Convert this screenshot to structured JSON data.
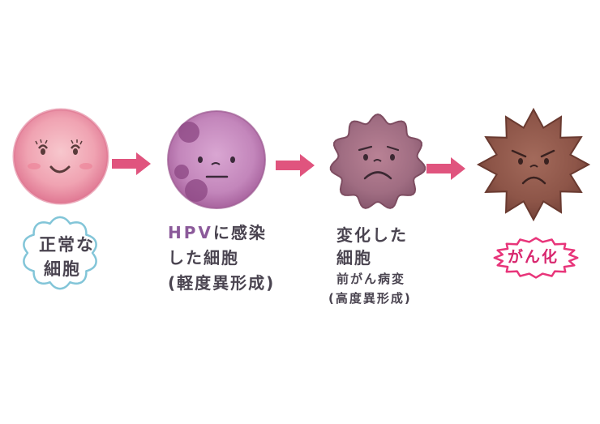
{
  "stages": [
    {
      "label_lines": [
        "正常な",
        "細胞"
      ],
      "color": "#e78aa6",
      "expression": "smiling"
    },
    {
      "label_prefix": "HPV",
      "label_lines": [
        "に感染",
        "した細胞",
        "(軽度異形成)"
      ],
      "color": "#b16ea6",
      "expression": "neutral"
    },
    {
      "label_lines": [
        "変化した",
        "細胞",
        "前がん病変",
        "(高度異形成)"
      ],
      "color": "#9a6075",
      "expression": "worried"
    },
    {
      "label_lines": [
        "がん化"
      ],
      "color": "#8a4a3d",
      "expression": "angry"
    }
  ],
  "arrow_color": "#e0547e",
  "accent_colors": {
    "hpv_text": "#8b5a9a",
    "cancer_text": "#d8266e",
    "normal_bubble_outline": "#82c5d8",
    "cancer_burst_outline": "#e8357a"
  }
}
